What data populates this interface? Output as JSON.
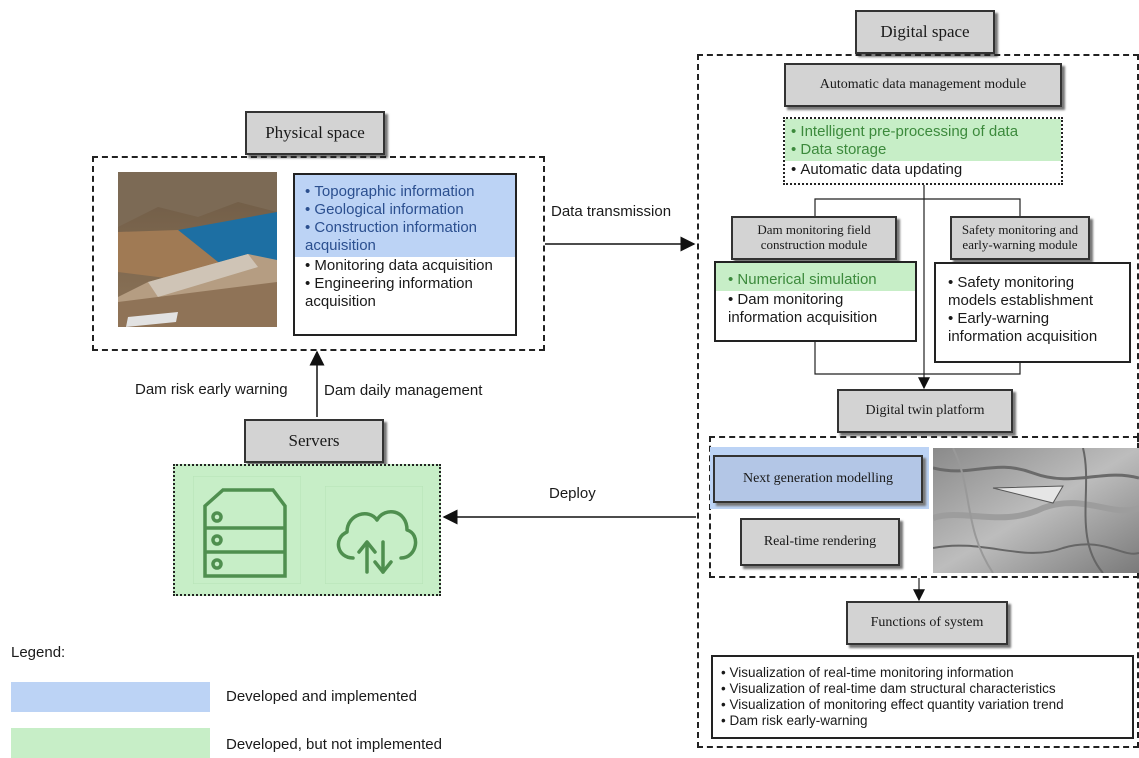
{
  "physical": {
    "title": "Physical space",
    "info": {
      "blue": [
        "Topographic information",
        "Geological information",
        "Construction information acquisition"
      ],
      "plain": [
        "Monitoring data acquisition",
        "Engineering information acquisition"
      ]
    }
  },
  "edges": {
    "data_transmission": "Data transmission",
    "risk_warning": "Dam risk early warning",
    "daily_management": "Dam daily management",
    "deploy": "Deploy"
  },
  "servers": {
    "title": "Servers",
    "icons": [
      "server-icon",
      "cloud-sync-icon"
    ]
  },
  "digital": {
    "title": "Digital space",
    "data_module": {
      "title": "Automatic data management module",
      "green": [
        "Intelligent pre-processing of data",
        "Data storage"
      ],
      "plain": [
        "Automatic data updating"
      ]
    },
    "field_module": {
      "title": "Dam monitoring field construction module",
      "green": [
        "Numerical simulation"
      ],
      "plain": [
        "Dam monitoring information acquisition"
      ]
    },
    "safety_module": {
      "title": "Safety monitoring and early-warning module",
      "plain": [
        "Safety monitoring models establishment",
        "Early-warning information acquisition"
      ]
    },
    "platform": "Digital twin platform",
    "modelling": "Next generation modelling",
    "rendering": "Real-time rendering",
    "functions": {
      "title": "Functions of system",
      "items": [
        "Visualization of real-time monitoring information",
        "Visualization of real-time dam structural characteristics",
        "Visualization of monitoring effect quantity variation trend",
        "Dam risk early-warning"
      ]
    }
  },
  "legend": {
    "title": "Legend:",
    "items": [
      {
        "label": "Developed and implemented",
        "color": "#bcd3f5"
      },
      {
        "label": "Developed, but not implemented",
        "color": "#c7eec7"
      }
    ]
  },
  "colors": {
    "blue_fill": "#bcd3f5",
    "green_fill": "#c7eec7",
    "blue_text": "#2b4f8f",
    "green_text": "#3c8a3c"
  }
}
